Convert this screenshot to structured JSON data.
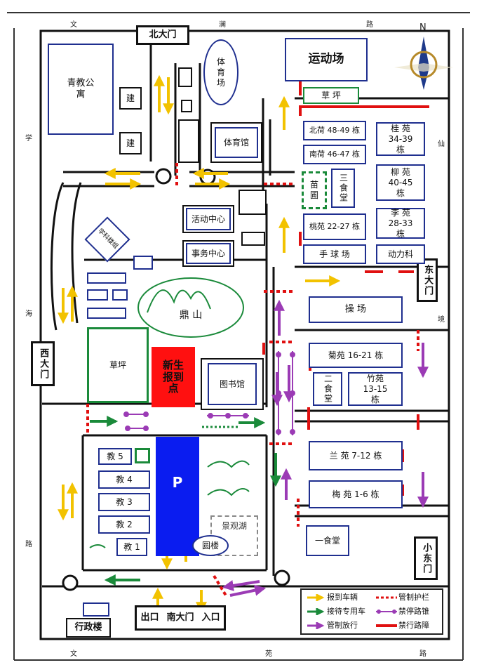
{
  "roads": {
    "top": [
      "文",
      "澜",
      "路"
    ],
    "left": [
      "学",
      "海",
      "路"
    ],
    "right": [
      "仙",
      "境"
    ],
    "bottom": [
      "文",
      "苑",
      "路"
    ]
  },
  "gates": {
    "north": "北大门",
    "east": "东大门",
    "west": "西大门",
    "small_east": "小东门",
    "south_exit": "出口",
    "south": "南大门",
    "south_entry": "入口"
  },
  "compass": "N",
  "buildings": {
    "apartment": "青教公寓",
    "construction1": "建",
    "construction2": "建",
    "gym_field": "体育场",
    "stadium": "运动场",
    "lawn_top": "草 坪",
    "gymnasium": "体育馆",
    "activity": "活动中心",
    "affairs": "事务中心",
    "discipline": "学科楼组",
    "mountain": "鼎 山",
    "lawn": "草坪",
    "registration": "新生报到点",
    "library": "图书馆",
    "beihe": "北荷 48-49 栋",
    "nanhe": "南荷 46-47 栋",
    "nursery": "苗圃",
    "canteen3": "三食堂",
    "taoyuan": "桃苑 22-27 栋",
    "handball": "手 球 场",
    "guiyuan": "桂 苑 34-39 栋",
    "liuyuan": "柳 苑 40-45 栋",
    "liyuan": "李 苑 28-33 栋",
    "power": "动力科",
    "playground": "操 场",
    "juyuan": "菊苑 16-21 栋",
    "canteen2": "二食堂",
    "zhuyuan": "竹苑 13-15 栋",
    "lanyuan": "兰 苑 7-12 栋",
    "meiyuan": "梅 苑 1-6 栋",
    "canteen1": "一食堂",
    "teach5": "教 5",
    "teach4": "教 4",
    "teach3": "教 3",
    "teach2": "教 2",
    "teach1": "教 1",
    "parking": "P",
    "lake": "景观湖",
    "round_building": "圆楼",
    "admin": "行政楼"
  },
  "legend": {
    "arrival": "报到车辆",
    "reception": "接待专用车",
    "controlled": "管制放行",
    "barrier": "管制护栏",
    "no_parking": "禁停路锥",
    "roadblock": "禁行路障"
  },
  "colors": {
    "yellow": "#f2c200",
    "green": "#1a8a3a",
    "purple": "#9b3bb5",
    "red": "#e01010",
    "blue": "#1f2f8f",
    "parking_blue": "#0a1cf0"
  }
}
